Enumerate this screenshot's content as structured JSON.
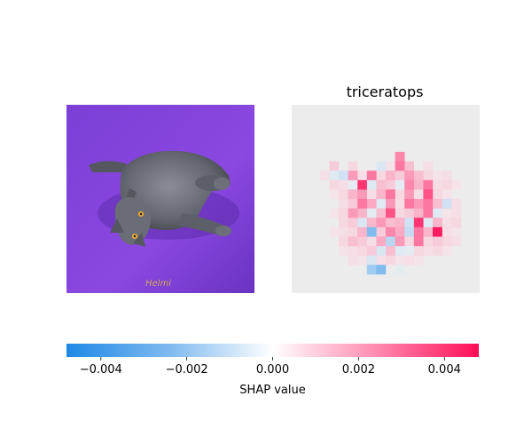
{
  "figure": {
    "panel_title": "triceratops",
    "colorbar_label": "SHAP value",
    "image_signature": "Helmi"
  },
  "chart_data": {
    "type": "heatmap",
    "title": "triceratops",
    "colorbar": {
      "label": "SHAP value",
      "range": [
        -0.0048,
        0.0048
      ],
      "ticks": [
        -0.004,
        -0.002,
        0.0,
        0.002,
        0.004
      ],
      "tick_labels": [
        "−0.004",
        "−0.002",
        "0.000",
        "0.002",
        "0.004"
      ],
      "colors": {
        "negative": "#1e88e5",
        "zero": "#ffffff",
        "positive": "#ff0d57"
      }
    },
    "grid": {
      "rows": 20,
      "cols": 20
    },
    "values": [
      [
        0,
        0,
        0,
        0,
        0,
        0,
        0,
        0,
        0,
        0,
        0,
        0,
        0,
        0,
        0,
        0,
        0,
        0,
        0,
        0
      ],
      [
        0,
        0,
        0,
        0,
        0,
        0,
        0,
        0,
        0,
        0,
        0,
        0,
        0,
        0,
        0,
        0,
        0,
        0,
        0,
        0
      ],
      [
        0,
        0,
        0,
        0,
        0,
        0,
        0,
        0,
        0,
        0,
        0,
        0,
        0,
        0,
        0,
        0,
        0,
        0,
        0,
        0
      ],
      [
        0,
        0,
        0,
        0,
        0,
        0,
        0,
        0,
        0,
        0,
        0,
        0,
        0,
        0,
        0,
        0,
        0,
        0,
        0,
        0
      ],
      [
        0,
        0,
        0,
        0,
        0,
        0,
        0,
        0,
        0,
        0,
        0,
        0,
        0,
        0,
        0,
        0,
        0,
        0,
        0,
        0
      ],
      [
        0,
        0,
        0,
        0,
        0,
        0,
        0,
        0,
        0,
        0,
        0,
        0.0028,
        0,
        0,
        0,
        0,
        0,
        0,
        0,
        0
      ],
      [
        0,
        0,
        0,
        0,
        0.0015,
        0,
        0.0012,
        0,
        0,
        -0.0012,
        0.0008,
        0.003,
        0.0018,
        0,
        0.001,
        0,
        0,
        0,
        0,
        0
      ],
      [
        0,
        0,
        0,
        0.001,
        -0.001,
        -0.0015,
        0.0025,
        0.001,
        0.003,
        0.0012,
        0.002,
        0.0015,
        0.0025,
        0.0018,
        0.0012,
        0.0008,
        0.001,
        0,
        0,
        0
      ],
      [
        0,
        0,
        0,
        0,
        0.0012,
        0.001,
        -0.0008,
        0.004,
        -0.001,
        0.0018,
        0.0015,
        -0.0008,
        0.0028,
        0.002,
        0.003,
        0.001,
        0.0012,
        0.0008,
        0,
        0
      ],
      [
        0,
        0,
        0,
        0,
        0.0008,
        0.0012,
        0.002,
        0.0025,
        0.001,
        0.002,
        0.003,
        0.0012,
        0.0025,
        0.001,
        0.0035,
        0.0012,
        0.0008,
        0,
        0,
        0
      ],
      [
        0,
        0,
        0,
        0,
        0,
        0.001,
        0.0015,
        0.003,
        0.0022,
        -0.001,
        0.0025,
        0.001,
        0.003,
        0.0025,
        0.003,
        0.0018,
        -0.0015,
        0.001,
        0,
        0
      ],
      [
        0,
        0,
        0,
        0,
        0.0008,
        0.0012,
        0.0025,
        0.002,
        -0.0008,
        0.0018,
        0.0035,
        0.0012,
        0.0015,
        0.002,
        0.003,
        -0.001,
        0.0008,
        0.001,
        0,
        0
      ],
      [
        0,
        0,
        0,
        0,
        0,
        0.0012,
        0.0015,
        -0.0012,
        0.002,
        0.0025,
        0.0018,
        0.002,
        -0.0015,
        0.004,
        -0.001,
        0.002,
        0.001,
        0.0012,
        0,
        0
      ],
      [
        0,
        0,
        0,
        0,
        0.0008,
        0.001,
        0.0012,
        0.002,
        -0.003,
        0.0015,
        0.0028,
        0.0022,
        -0.0018,
        0.003,
        0.002,
        0.0045,
        0.001,
        0.0008,
        0,
        0
      ],
      [
        0,
        0,
        0,
        0,
        0,
        0.0012,
        0.0018,
        0.0015,
        0.001,
        0.0022,
        -0.002,
        0.0025,
        0.0012,
        0.003,
        0.0012,
        0.0015,
        0.0012,
        0.001,
        0,
        0
      ],
      [
        0,
        0,
        0,
        0,
        0,
        0.0008,
        0.001,
        0.0012,
        0.0015,
        -0.0012,
        0.0018,
        -0.001,
        -0.0008,
        0.0012,
        0.001,
        0.0012,
        0.0008,
        0,
        0,
        0
      ],
      [
        0,
        0,
        0,
        0,
        0,
        0,
        0.001,
        0.0008,
        -0.0012,
        0.001,
        0.0012,
        0.0008,
        0.001,
        0.0008,
        0,
        0,
        0,
        0,
        0,
        0
      ],
      [
        0,
        0,
        0,
        0,
        0,
        0,
        0,
        0,
        -0.0025,
        -0.003,
        0,
        -0.0008,
        0,
        0,
        0,
        0,
        0,
        0,
        0,
        0
      ],
      [
        0,
        0,
        0,
        0,
        0,
        0,
        0,
        0,
        0,
        0,
        0,
        0,
        0,
        0,
        0,
        0,
        0,
        0,
        0,
        0
      ],
      [
        0,
        0,
        0,
        0,
        0,
        0,
        0,
        0,
        0,
        0,
        0,
        0,
        0,
        0,
        0,
        0,
        0,
        0,
        0,
        0
      ]
    ]
  }
}
